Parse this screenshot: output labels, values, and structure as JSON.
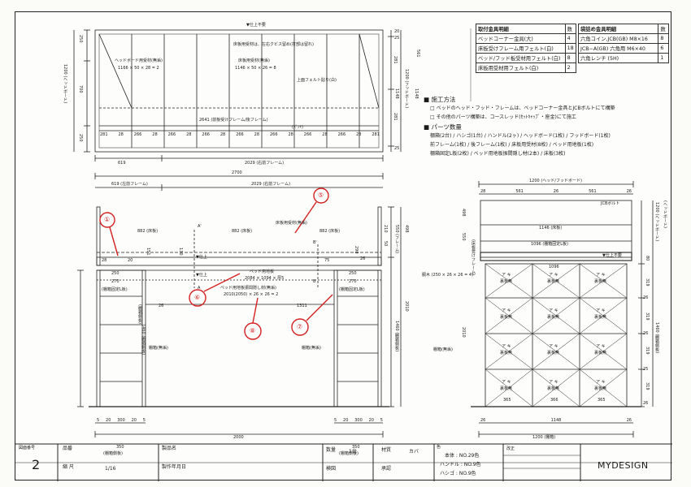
{
  "parts_table": {
    "title": "取付金具明細",
    "qty_header": "数",
    "rows": [
      {
        "name": "ベッドコーナー金具(大)",
        "qty": "4"
      },
      {
        "name": "床板受けフレーム用フェルト(白)",
        "qty": "18"
      },
      {
        "name": "ベッド/フッド板受材用フェルト(白)",
        "qty": "8"
      },
      {
        "name": "床板用受材用フェルト(白)",
        "qty": "2"
      }
    ]
  },
  "bag_table": {
    "title": "袋詰め金具明細",
    "qty_header": "数",
    "rows": [
      {
        "name": "六角コイン,JCB(GB) M8×16",
        "qty": "8"
      },
      {
        "name": "JCB−A(GB) 六角用 M6×40",
        "qty": "6"
      },
      {
        "name": "六角レンチ (5H)",
        "qty": "1"
      }
    ]
  },
  "notes": {
    "heading": "■ 施工方法",
    "items": [
      "□ ベッドのヘッド・フッド・フレームは、ベッドコーナー金具とJCBボルトにて構築",
      "□ その他のパーツ構築は、コースレッド(ｾｯﾄｷｬｯﾌﾟ・座金)にて施工"
    ],
    "parts_heading": "■ パーツ数量",
    "parts_lines": [
      "棚箱(2台) / ハシゴ(1台) / ハンドル(2ヶ) / ヘッドボード(1枚) / フッドボード(1枚)",
      "前フレーム(1枚) / 後フレーム(1枚) / 床板用受材(8枚) / ベッド用地板(1枚)",
      "棚箱固定L板(2枚) / ベッド用地板振間隠し材(2本) / 床板(3枚)"
    ]
  },
  "top_view": {
    "note_top": "▼仕上不要",
    "labels": {
      "head_receiver": "ヘッドボード用受材(無垢)",
      "head_receiver_size": "1166 × 50 × 28 = 2",
      "floor_receiver_note": "床板用受材は、左右クビス留め(打部は留れ)",
      "floor_receiver": "床板用受材(無垢)",
      "floor_receiver_size": "1146 × 50 × 26 = 8",
      "felt": "上面フェルト貼り(白)",
      "frame_total": "2641 (前板受けフレーム/後フレーム)",
      "brace": "(ﾊﾞﾝﾄ)",
      "right_frame": "2029 (右前フレーム)",
      "left_total": "619",
      "side_left": "1200 (ヘッドボード)",
      "side_right": "1200 (フッドボード)",
      "h_right": "1148",
      "h_right2": "1148"
    },
    "left_dims": [
      "250",
      "700",
      "250"
    ],
    "right_dims": [
      "20",
      "25",
      "281",
      "281",
      "561",
      "25"
    ],
    "bottom_dims": [
      "281",
      "28",
      "266",
      "28",
      "266",
      "28",
      "266",
      "28",
      "266",
      "28",
      "266",
      "28",
      "266",
      "28",
      "266",
      "28",
      "281"
    ]
  },
  "front_view": {
    "total": "2700",
    "left_frame": "619 (左前フレーム)",
    "right_frame": "2029 (右前フレーム)",
    "spans": [
      "882 (床板)",
      "882 (床板)",
      "882 (床板)"
    ],
    "floor_receiver": "床板用受材(無垢)",
    "marks": {
      "a_top": "A'",
      "b_top": "B'",
      "a": "A",
      "b": "B"
    },
    "finish1": "▼仕上",
    "finish2": "▼仕上",
    "bed_board": "ベッド用地板",
    "bed_board_size": "2084 × 1094 × 厚5",
    "hide_board": "ベッド用地板振間隠し材(無垢)",
    "hide_board_size": "2010(2050) × 26 × 26 = 2",
    "l_plate_left": "(棚箱固定L板)",
    "l_plate_right": "(棚箱固定L板)",
    "shelf_left": "棚箱(無垢)",
    "shelf_right": "棚箱(無垢)",
    "shelf_side": "(棚箱側板)",
    "dims": {
      "d250": "250",
      "d270": "270",
      "d250b": "250",
      "d270b": "270",
      "d1311": "1311",
      "d1460": "1460 (棚箱側板)",
      "d1460r": "1460 (棚箱側板)",
      "d2010": "2010",
      "d2000": "2000",
      "d350l": "350",
      "d350r": "350",
      "d498": "498",
      "d550": "550 (フレーム)",
      "d210": "210",
      "d50": "50",
      "d20": "20",
      "d130": "130",
      "d151": "151",
      "d75": "75",
      "d290": "290",
      "d26a": "26",
      "d26b": "26",
      "d28": "28"
    },
    "bottom_left": [
      "5",
      "20",
      "300",
      "20",
      "5"
    ],
    "bottom_right": [
      "5",
      "20",
      "300",
      "20",
      "5"
    ],
    "bottom_sub": "(棚箱側板)",
    "bottom_sub_r": "(棚箱側板)"
  },
  "side_view": {
    "top": "1200 (ヘッド/フッドボード)",
    "parts": [
      "28",
      "561",
      "26",
      "561",
      "26"
    ],
    "jcb": "JCBボルト",
    "head_label": "1200 (ヘッドボード)",
    "floor": "1146 (床板)",
    "ground": "1096 (棚箱固定L板)",
    "finish": "▼仕上不要",
    "floor_receiver": "(床板受けフレーム)",
    "beam": "胴木 (250 × 26 × 26 = 4)",
    "shelf": "棚箱(無垢)",
    "cells_top": "1096",
    "cell_text1": "ア キ",
    "cell_text2": "裏板無",
    "cell_dims": [
      "365",
      "366",
      "365"
    ],
    "right_dims": [
      "80",
      "319",
      "26",
      "319",
      "26",
      "319",
      "25",
      "319",
      "26"
    ],
    "side_dim": "1460 (棚箱側板)",
    "bottom": [
      "26",
      "1148",
      "26"
    ],
    "bottom_total": "1200 (棚箱)",
    "right_label": "(ヘッドボード)",
    "d498": "498",
    "d550": "550",
    "d2010": "2010"
  },
  "annotations": [
    "①",
    "⑤",
    "⑥",
    "⑧",
    "⑦"
  ],
  "title_block": {
    "drawing_no_label": "図面番号",
    "drawing_no": "2",
    "hinban_label": "品番",
    "scale_label": "縮 尺",
    "scale_value": "1/16",
    "product_label": "製品名",
    "date_label": "製作年月日",
    "qty_label": "数量",
    "qty_value": "1台",
    "material_label": "材質",
    "material_value": "カバ",
    "inspect_label": "検図",
    "approve_label": "承認",
    "color_label": "色",
    "color_lines": [
      "本体 : NO.29色",
      "ハンドル : NO.9色",
      "ハシゴ : NO.9色"
    ],
    "revise_label": "改正",
    "company": "MYDESIGN"
  }
}
